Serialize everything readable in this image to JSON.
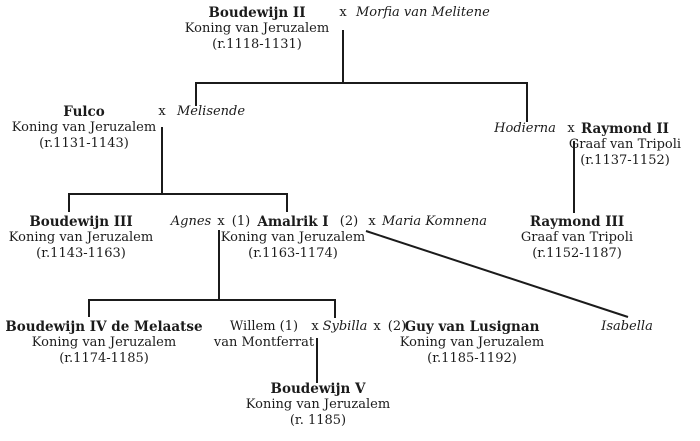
{
  "symbols": {
    "marriage": "x",
    "order1": "(1)",
    "order2": "(2)"
  },
  "colors": {
    "background": "#ffffff",
    "text": "#1b1b1b",
    "line": "#1b1b1b"
  },
  "nodes": {
    "boudewijn2": {
      "name": "Boudewijn II",
      "title": "Koning van Jeruzalem",
      "reign": "(r.1118-1131)"
    },
    "morfia": {
      "name": "Morfia van Melitene"
    },
    "fulco": {
      "name": "Fulco",
      "title": "Koning van Jeruzalem",
      "reign": "(r.1131-1143)"
    },
    "melisende": {
      "name": "Melisende"
    },
    "hodierna": {
      "name": "Hodierna"
    },
    "raymond2": {
      "name": "Raymond II",
      "title": "Graaf van Tripoli",
      "reign": "(r.1137-1152)"
    },
    "boudewijn3": {
      "name": "Boudewijn III",
      "title": "Koning van Jeruzalem",
      "reign": "(r.1143-1163)"
    },
    "agnes": {
      "name": "Agnes"
    },
    "amalrik1": {
      "name": "Amalrik I",
      "title": "Koning van Jeruzalem",
      "reign": "(r.1163-1174)"
    },
    "maria": {
      "name": "Maria Komnena"
    },
    "raymond3": {
      "name": "Raymond III",
      "title": "Graaf van Tripoli",
      "reign": "(r.1152-1187)"
    },
    "boudewijn4": {
      "name": "Boudewijn IV de Melaatse",
      "title": "Koning van Jeruzalem",
      "reign": "(r.1174-1185)"
    },
    "willem": {
      "name": "Willem (1)",
      "title": "van Montferrat"
    },
    "sybilla": {
      "name": "Sybilla"
    },
    "guy": {
      "name": "Guy van Lusignan",
      "title": "Koning van Jeruzalem",
      "reign": "(r.1185-1192)"
    },
    "isabella": {
      "name": "Isabella"
    },
    "boudewijn5": {
      "name": "Boudewijn V",
      "title": "Koning van Jeruzalem",
      "reign": "(r. 1185)"
    }
  },
  "edges": [
    {
      "parents": "Boudewijn II x Morfia van Melitene",
      "children": [
        "Melisende",
        "Hodierna"
      ]
    },
    {
      "parents": "Fulco x Melisende",
      "children": [
        "Boudewijn III",
        "Amalrik I"
      ]
    },
    {
      "parents": "Hodierna x Raymond II",
      "children": [
        "Raymond III"
      ]
    },
    {
      "parents": "Agnes x (1) Amalrik I",
      "children": [
        "Boudewijn IV de Melaatse",
        "Sybilla"
      ]
    },
    {
      "parents": "Amalrik I (2) x Maria Komnena",
      "children": [
        "Isabella"
      ]
    },
    {
      "parents": "Willem van Montferrat x Sybilla",
      "children": [
        "Boudewijn V"
      ]
    }
  ]
}
